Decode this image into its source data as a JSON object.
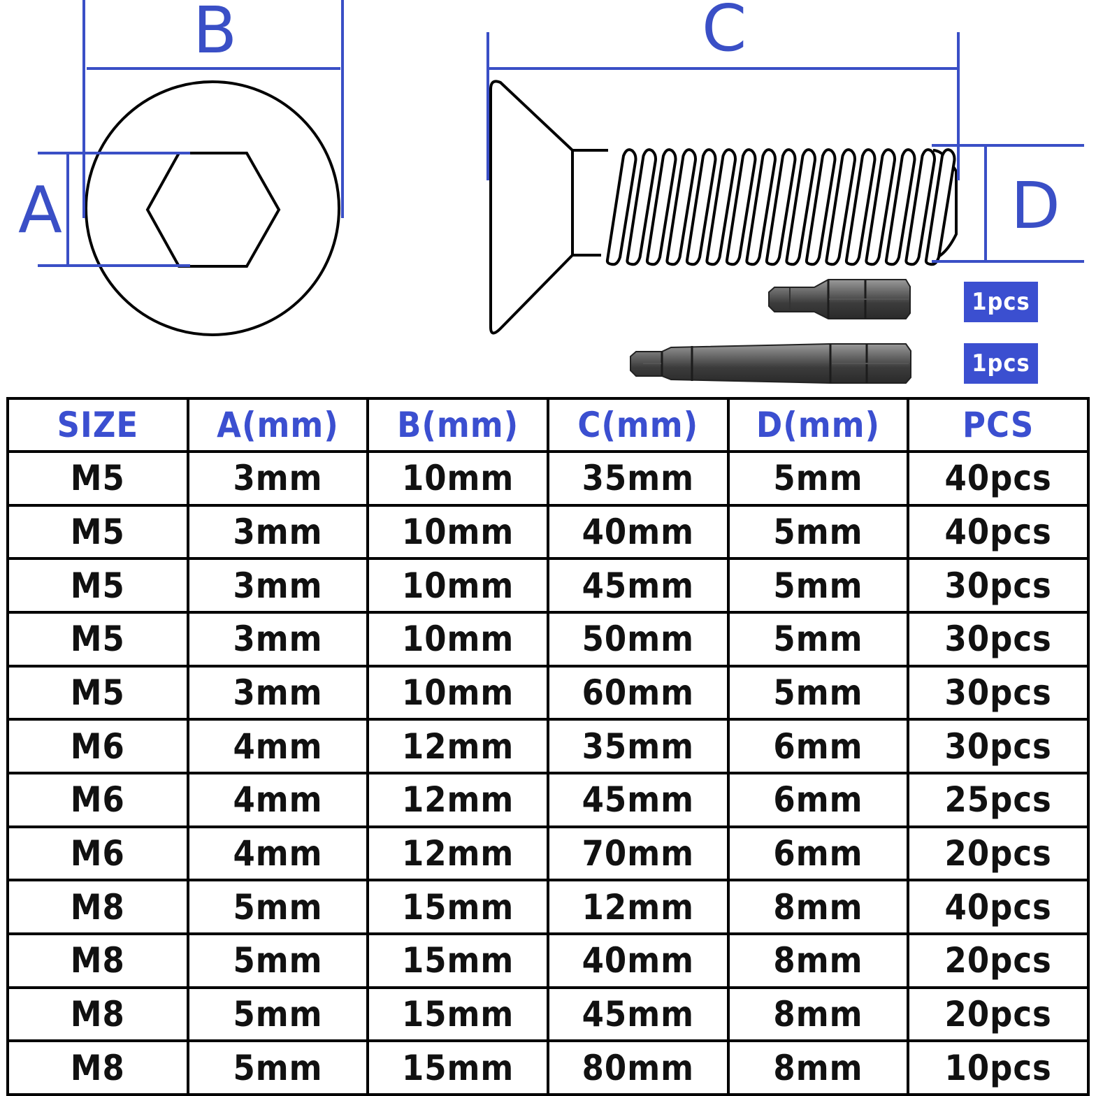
{
  "diagram": {
    "labels": {
      "a": "A",
      "b": "B",
      "c": "C",
      "d": "D"
    },
    "line_color": "#3a4fc6",
    "bits": [
      {
        "name": "short-hex-bit",
        "quantity_label": "1pcs"
      },
      {
        "name": "long-hex-bit",
        "quantity_label": "1pcs"
      }
    ]
  },
  "table": {
    "header_color": "#3b4fd0",
    "headers": [
      "SIZE",
      "A(mm)",
      "B(mm)",
      "C(mm)",
      "D(mm)",
      "PCS"
    ],
    "rows": [
      [
        "M5",
        "3mm",
        "10mm",
        "35mm",
        "5mm",
        "40pcs"
      ],
      [
        "M5",
        "3mm",
        "10mm",
        "40mm",
        "5mm",
        "40pcs"
      ],
      [
        "M5",
        "3mm",
        "10mm",
        "45mm",
        "5mm",
        "30pcs"
      ],
      [
        "M5",
        "3mm",
        "10mm",
        "50mm",
        "5mm",
        "30pcs"
      ],
      [
        "M5",
        "3mm",
        "10mm",
        "60mm",
        "5mm",
        "30pcs"
      ],
      [
        "M6",
        "4mm",
        "12mm",
        "35mm",
        "6mm",
        "30pcs"
      ],
      [
        "M6",
        "4mm",
        "12mm",
        "45mm",
        "6mm",
        "25pcs"
      ],
      [
        "M6",
        "4mm",
        "12mm",
        "70mm",
        "6mm",
        "20pcs"
      ],
      [
        "M8",
        "5mm",
        "15mm",
        "12mm",
        "8mm",
        "40pcs"
      ],
      [
        "M8",
        "5mm",
        "15mm",
        "40mm",
        "8mm",
        "20pcs"
      ],
      [
        "M8",
        "5mm",
        "15mm",
        "45mm",
        "8mm",
        "20pcs"
      ],
      [
        "M8",
        "5mm",
        "15mm",
        "80mm",
        "8mm",
        "10pcs"
      ]
    ]
  }
}
